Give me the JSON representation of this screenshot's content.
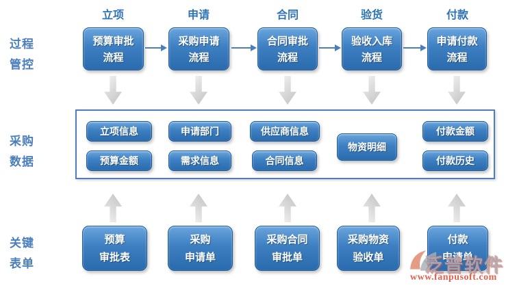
{
  "diagram": {
    "title_hint": "procurement process flow",
    "row_labels": {
      "process": [
        "过程",
        "管控"
      ],
      "data": [
        "采购",
        "数据"
      ],
      "forms": [
        "关键",
        "表单"
      ]
    },
    "columns": [
      {
        "header": "立项",
        "process_line1": "预算审批",
        "process_line2": "流程",
        "data_top": "立项信息",
        "data_bottom": "预算金额",
        "form_line1": "预算",
        "form_line2": "审批表"
      },
      {
        "header": "申请",
        "process_line1": "采购申请",
        "process_line2": "流程",
        "data_top": "申请部门",
        "data_bottom": "需求信息",
        "form_line1": "采购",
        "form_line2": "申请单"
      },
      {
        "header": "合同",
        "process_line1": "合同审批",
        "process_line2": "流程",
        "data_top": "供应商信息",
        "data_bottom": "合同信息",
        "form_line1": "采购合同",
        "form_line2": "审批单"
      },
      {
        "header": "验货",
        "process_line1": "验收入库",
        "process_line2": "流程",
        "data_single": "物资明细",
        "form_line1": "采购物资",
        "form_line2": "验收单"
      },
      {
        "header": "付款",
        "process_line1": "申请付款",
        "process_line2": "流程",
        "data_top": "付款金额",
        "data_bottom": "付款历史",
        "form_line1": "付款",
        "form_line2": "申请单"
      }
    ],
    "watermark": {
      "brand": "泛普软件",
      "url": "www.fanpusoft.com"
    },
    "colors": {
      "box_blue_top": "#6aa5dc",
      "box_blue_bottom": "#2a6bae",
      "accent_blue": "#4a7ebc",
      "header_blue": "#2e74b5",
      "arrow_grey": "#c9c9c9",
      "watermark_red": "#e0604f"
    }
  }
}
